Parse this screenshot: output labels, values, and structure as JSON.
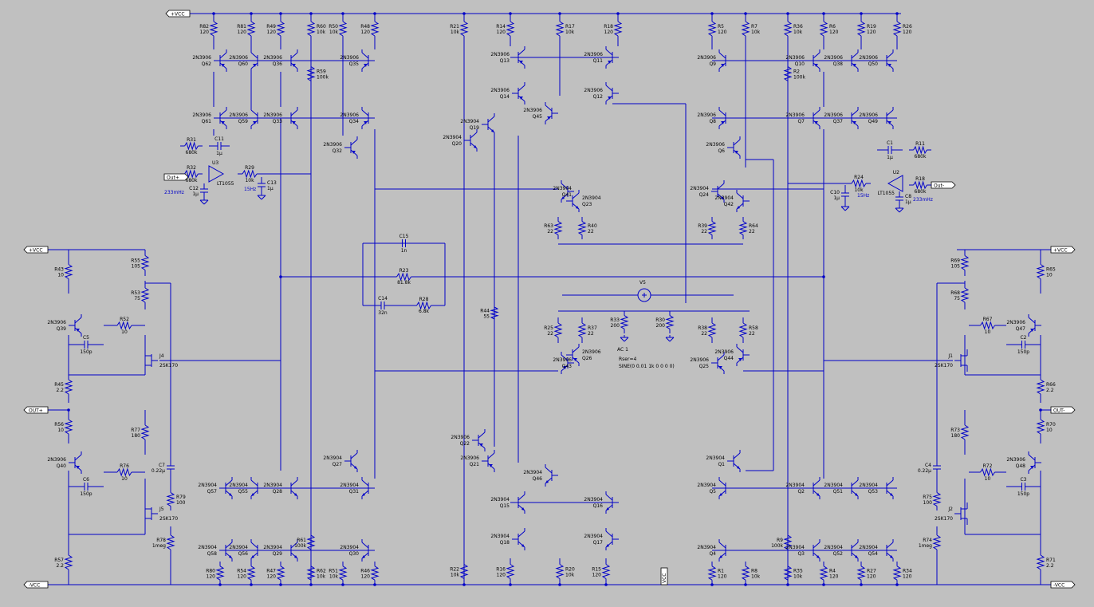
{
  "colors": {
    "background": "#c0c0c0",
    "wire": "#0000c8",
    "text": "#000000",
    "annotation": "#0000c8",
    "flag_fill": "#ffffff"
  },
  "ports": {
    "top_vcc": "+VCC",
    "left_vcc": "+VCC",
    "left_out": "OUT+",
    "left_neg_vcc": "-VCC",
    "right_vcc": "+VCC",
    "right_out": "OUT-",
    "right_neg_vcc": "-VCC",
    "out_plus_in": "Out+",
    "out_minus_in": "Out-",
    "bottom_vcc": "VCC"
  },
  "components": [
    {
      "id": "R82",
      "v": "120"
    },
    {
      "id": "R81",
      "v": "120"
    },
    {
      "id": "R49",
      "v": "120"
    },
    {
      "id": "R60",
      "v": "10k"
    },
    {
      "id": "R50",
      "v": "10k"
    },
    {
      "id": "R48",
      "v": "120"
    },
    {
      "id": "R21",
      "v": "10k"
    },
    {
      "id": "R14",
      "v": "120"
    },
    {
      "id": "R17",
      "v": "10k"
    },
    {
      "id": "R18",
      "v": "120"
    },
    {
      "id": "R5",
      "v": "120"
    },
    {
      "id": "R7",
      "v": "10k"
    },
    {
      "id": "R36",
      "v": "10k"
    },
    {
      "id": "R6",
      "v": "120"
    },
    {
      "id": "R19",
      "v": "120"
    },
    {
      "id": "R26",
      "v": "120"
    },
    {
      "id": "R59",
      "v": "100k"
    },
    {
      "id": "R2",
      "v": "100k"
    },
    {
      "id": "R31",
      "v": "680k"
    },
    {
      "id": "R32",
      "v": "680k"
    },
    {
      "id": "R29",
      "v": "10k"
    },
    {
      "id": "C11",
      "v": "1µ"
    },
    {
      "id": "C12",
      "v": "1µ"
    },
    {
      "id": "C13",
      "v": "1µ"
    },
    {
      "id": "U3",
      "v": "LT1055"
    },
    {
      "id": "R11",
      "v": "680k"
    },
    {
      "id": "R18b",
      "v": "680k"
    },
    {
      "id": "R24",
      "v": "10k"
    },
    {
      "id": "C1",
      "v": "1µ"
    },
    {
      "id": "C8",
      "v": "1µ"
    },
    {
      "id": "C10",
      "v": "1µ"
    },
    {
      "id": "U2",
      "v": "LT1055"
    },
    {
      "id": "C15",
      "v": "1n"
    },
    {
      "id": "R23",
      "v": "81.8k"
    },
    {
      "id": "C14",
      "v": "32n"
    },
    {
      "id": "R28",
      "v": "6.8k"
    },
    {
      "id": "R63",
      "v": "22"
    },
    {
      "id": "R40",
      "v": "22"
    },
    {
      "id": "R39",
      "v": "22"
    },
    {
      "id": "R64",
      "v": "22"
    },
    {
      "id": "R25",
      "v": "22"
    },
    {
      "id": "R37",
      "v": "22"
    },
    {
      "id": "R38",
      "v": "22"
    },
    {
      "id": "R58",
      "v": "22"
    },
    {
      "id": "R33",
      "v": "200"
    },
    {
      "id": "R30",
      "v": "200"
    },
    {
      "id": "R44",
      "v": "55"
    },
    {
      "id": "R43",
      "v": "10"
    },
    {
      "id": "R55",
      "v": "105"
    },
    {
      "id": "R53",
      "v": "75"
    },
    {
      "id": "R52",
      "v": "10"
    },
    {
      "id": "C5",
      "v": "150p"
    },
    {
      "id": "J4",
      "v": "2SK170"
    },
    {
      "id": "R45",
      "v": "2.2"
    },
    {
      "id": "R56",
      "v": "10"
    },
    {
      "id": "R77",
      "v": "180"
    },
    {
      "id": "R76",
      "v": "10"
    },
    {
      "id": "C6",
      "v": "150p"
    },
    {
      "id": "C7",
      "v": "0.22µ"
    },
    {
      "id": "R79",
      "v": "100"
    },
    {
      "id": "J5",
      "v": "2SK170"
    },
    {
      "id": "R78",
      "v": "1meg"
    },
    {
      "id": "R57",
      "v": "2.2"
    },
    {
      "id": "R69",
      "v": "105"
    },
    {
      "id": "R65",
      "v": "10"
    },
    {
      "id": "R68",
      "v": "75"
    },
    {
      "id": "R67",
      "v": "10"
    },
    {
      "id": "C2",
      "v": "150p"
    },
    {
      "id": "J1",
      "v": "2SK170"
    },
    {
      "id": "R66",
      "v": "2.2"
    },
    {
      "id": "R73",
      "v": "180"
    },
    {
      "id": "R70",
      "v": "10"
    },
    {
      "id": "R72",
      "v": "10"
    },
    {
      "id": "C3",
      "v": "150p"
    },
    {
      "id": "C4",
      "v": "0.22µ"
    },
    {
      "id": "R75",
      "v": "100"
    },
    {
      "id": "J2",
      "v": "2SK170"
    },
    {
      "id": "R74",
      "v": "1meg"
    },
    {
      "id": "R71",
      "v": "2.2"
    },
    {
      "id": "R61",
      "v": "100k"
    },
    {
      "id": "R9",
      "v": "100k"
    },
    {
      "id": "R80",
      "v": "120"
    },
    {
      "id": "R54",
      "v": "120"
    },
    {
      "id": "R47",
      "v": "120"
    },
    {
      "id": "R62",
      "v": "10k"
    },
    {
      "id": "R51",
      "v": "10k"
    },
    {
      "id": "R46",
      "v": "120"
    },
    {
      "id": "R22",
      "v": "10k"
    },
    {
      "id": "R16",
      "v": "120"
    },
    {
      "id": "R20",
      "v": "10k"
    },
    {
      "id": "R15",
      "v": "120"
    },
    {
      "id": "R1",
      "v": "120"
    },
    {
      "id": "R8",
      "v": "10k"
    },
    {
      "id": "R35",
      "v": "10k"
    },
    {
      "id": "R4",
      "v": "120"
    },
    {
      "id": "R27",
      "v": "120"
    },
    {
      "id": "R34",
      "v": "120"
    }
  ],
  "transistors": [
    {
      "id": "Q62",
      "t": "2N3906"
    },
    {
      "id": "Q60",
      "t": "2N3906"
    },
    {
      "id": "Q36",
      "t": "2N3906"
    },
    {
      "id": "Q35",
      "t": "2N3906"
    },
    {
      "id": "Q61",
      "t": "2N3906"
    },
    {
      "id": "Q59",
      "t": "2N3906"
    },
    {
      "id": "Q33",
      "t": "2N3906"
    },
    {
      "id": "Q34",
      "t": "2N3906"
    },
    {
      "id": "Q32",
      "t": "2N3906"
    },
    {
      "id": "Q13",
      "t": "2N3906"
    },
    {
      "id": "Q11",
      "t": "2N3906"
    },
    {
      "id": "Q14",
      "t": "2N3906"
    },
    {
      "id": "Q12",
      "t": "2N3906"
    },
    {
      "id": "Q45",
      "t": "2N3906"
    },
    {
      "id": "Q19",
      "t": "2N3904"
    },
    {
      "id": "Q20",
      "t": "2N3904"
    },
    {
      "id": "Q9",
      "t": "2N3906"
    },
    {
      "id": "Q10",
      "t": "2N3906"
    },
    {
      "id": "Q38",
      "t": "2N3906"
    },
    {
      "id": "Q50",
      "t": "2N3906"
    },
    {
      "id": "Q8",
      "t": "2N3906"
    },
    {
      "id": "Q7",
      "t": "2N3906"
    },
    {
      "id": "Q37",
      "t": "2N3906"
    },
    {
      "id": "Q49",
      "t": "2N3906"
    },
    {
      "id": "Q6",
      "t": "2N3906"
    },
    {
      "id": "Q41",
      "t": "2N3904"
    },
    {
      "id": "Q23",
      "t": "2N3904"
    },
    {
      "id": "Q24",
      "t": "2N3904"
    },
    {
      "id": "Q42",
      "t": "2N3904"
    },
    {
      "id": "Q43",
      "t": "2N3906"
    },
    {
      "id": "Q26",
      "t": "2N3906"
    },
    {
      "id": "Q25",
      "t": "2N3906"
    },
    {
      "id": "Q44",
      "t": "2N3906"
    },
    {
      "id": "Q39",
      "t": "2N3906"
    },
    {
      "id": "Q40",
      "t": "2N3906"
    },
    {
      "id": "Q47",
      "t": "2N3906"
    },
    {
      "id": "Q48",
      "t": "2N3906"
    },
    {
      "id": "Q22",
      "t": "2N3906"
    },
    {
      "id": "Q21",
      "t": "2N3906"
    },
    {
      "id": "Q27",
      "t": "2N3904"
    },
    {
      "id": "Q31",
      "t": "2N3904"
    },
    {
      "id": "Q57",
      "t": "2N3904"
    },
    {
      "id": "Q55",
      "t": "2N3904"
    },
    {
      "id": "Q28",
      "t": "2N3904"
    },
    {
      "id": "Q58",
      "t": "2N3904"
    },
    {
      "id": "Q56",
      "t": "2N3904"
    },
    {
      "id": "Q29",
      "t": "2N3904"
    },
    {
      "id": "Q30",
      "t": "2N3904"
    },
    {
      "id": "Q46",
      "t": "2N3904"
    },
    {
      "id": "Q15",
      "t": "2N3904"
    },
    {
      "id": "Q16",
      "t": "2N3904"
    },
    {
      "id": "Q18",
      "t": "2N3904"
    },
    {
      "id": "Q17",
      "t": "2N3904"
    },
    {
      "id": "Q1",
      "t": "2N3904"
    },
    {
      "id": "Q5",
      "t": "2N3904"
    },
    {
      "id": "Q2",
      "t": "2N3904"
    },
    {
      "id": "Q51",
      "t": "2N3904"
    },
    {
      "id": "Q53",
      "t": "2N3904"
    },
    {
      "id": "Q4",
      "t": "2N3904"
    },
    {
      "id": "Q3",
      "t": "2N3904"
    },
    {
      "id": "Q52",
      "t": "2N3904"
    },
    {
      "id": "Q54",
      "t": "2N3904"
    }
  ],
  "annotations": {
    "f_233_left": "233mHz",
    "f_15_left": "15Hz",
    "f_233_right": "233mHz",
    "f_15_right": "15Hz",
    "source_name": "V5",
    "source_ac": "AC 1",
    "source_rser": "Rser=4",
    "source_sine": "SINE(0 0.01 1k 0 0 0 0)"
  }
}
